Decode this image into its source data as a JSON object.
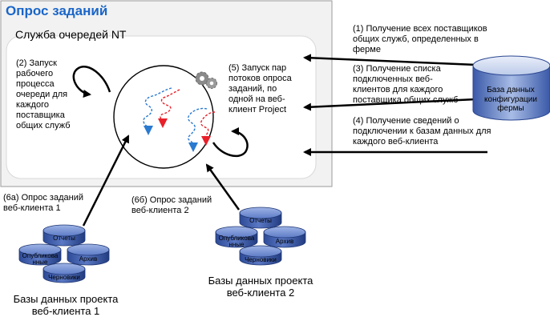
{
  "title": "Опрос заданий",
  "service_label": "Служба очередей NT",
  "steps": {
    "s1": "(1) Получение всех поставщиков\nобщих служб, определенных в\nферме",
    "s2": "(2) Запуск\nрабочего\nпроцесса\nочереди для\nкаждого\nпоставщика\nобщих служб",
    "s3": "(3) Получение списка\nподключенных веб-\nклиентов для каждого\nпоставщика общих служб",
    "s4": "(4) Получение сведений о\nподключении к базам данных для\nкаждого веб-клиента",
    "s5": "(5) Запуск пар\nпотоков опроса\nзаданий, по\nодной на веб-\nклиент Project",
    "s6a": "(6а) Опрос заданий\nвеб-клиента 1",
    "s6b": "(6б) Опрос заданий\nвеб-клиента 2"
  },
  "config_db_label": "База данных\nконфигурации\nфермы",
  "clients": [
    {
      "name": "Базы данных проекта\nвеб-клиента 1",
      "dbs": [
        "Отчеты",
        "Опубликова\nнные",
        "Архив",
        "Черновики"
      ]
    },
    {
      "name": "Базы данных проекта\nвеб-клиента 2",
      "dbs": [
        "Отчеты",
        "Опубликова\nнные",
        "Архив",
        "Черновики"
      ]
    }
  ],
  "colors": {
    "title": "#1a66c8",
    "panel_bg": "#f2f2f2",
    "db_blue": "#3f5fae",
    "thread_red": "#e8202a",
    "thread_blue": "#2a7ad0"
  },
  "icons": [
    "gears-icon",
    "database-icon",
    "refresh-arrow-icon"
  ]
}
